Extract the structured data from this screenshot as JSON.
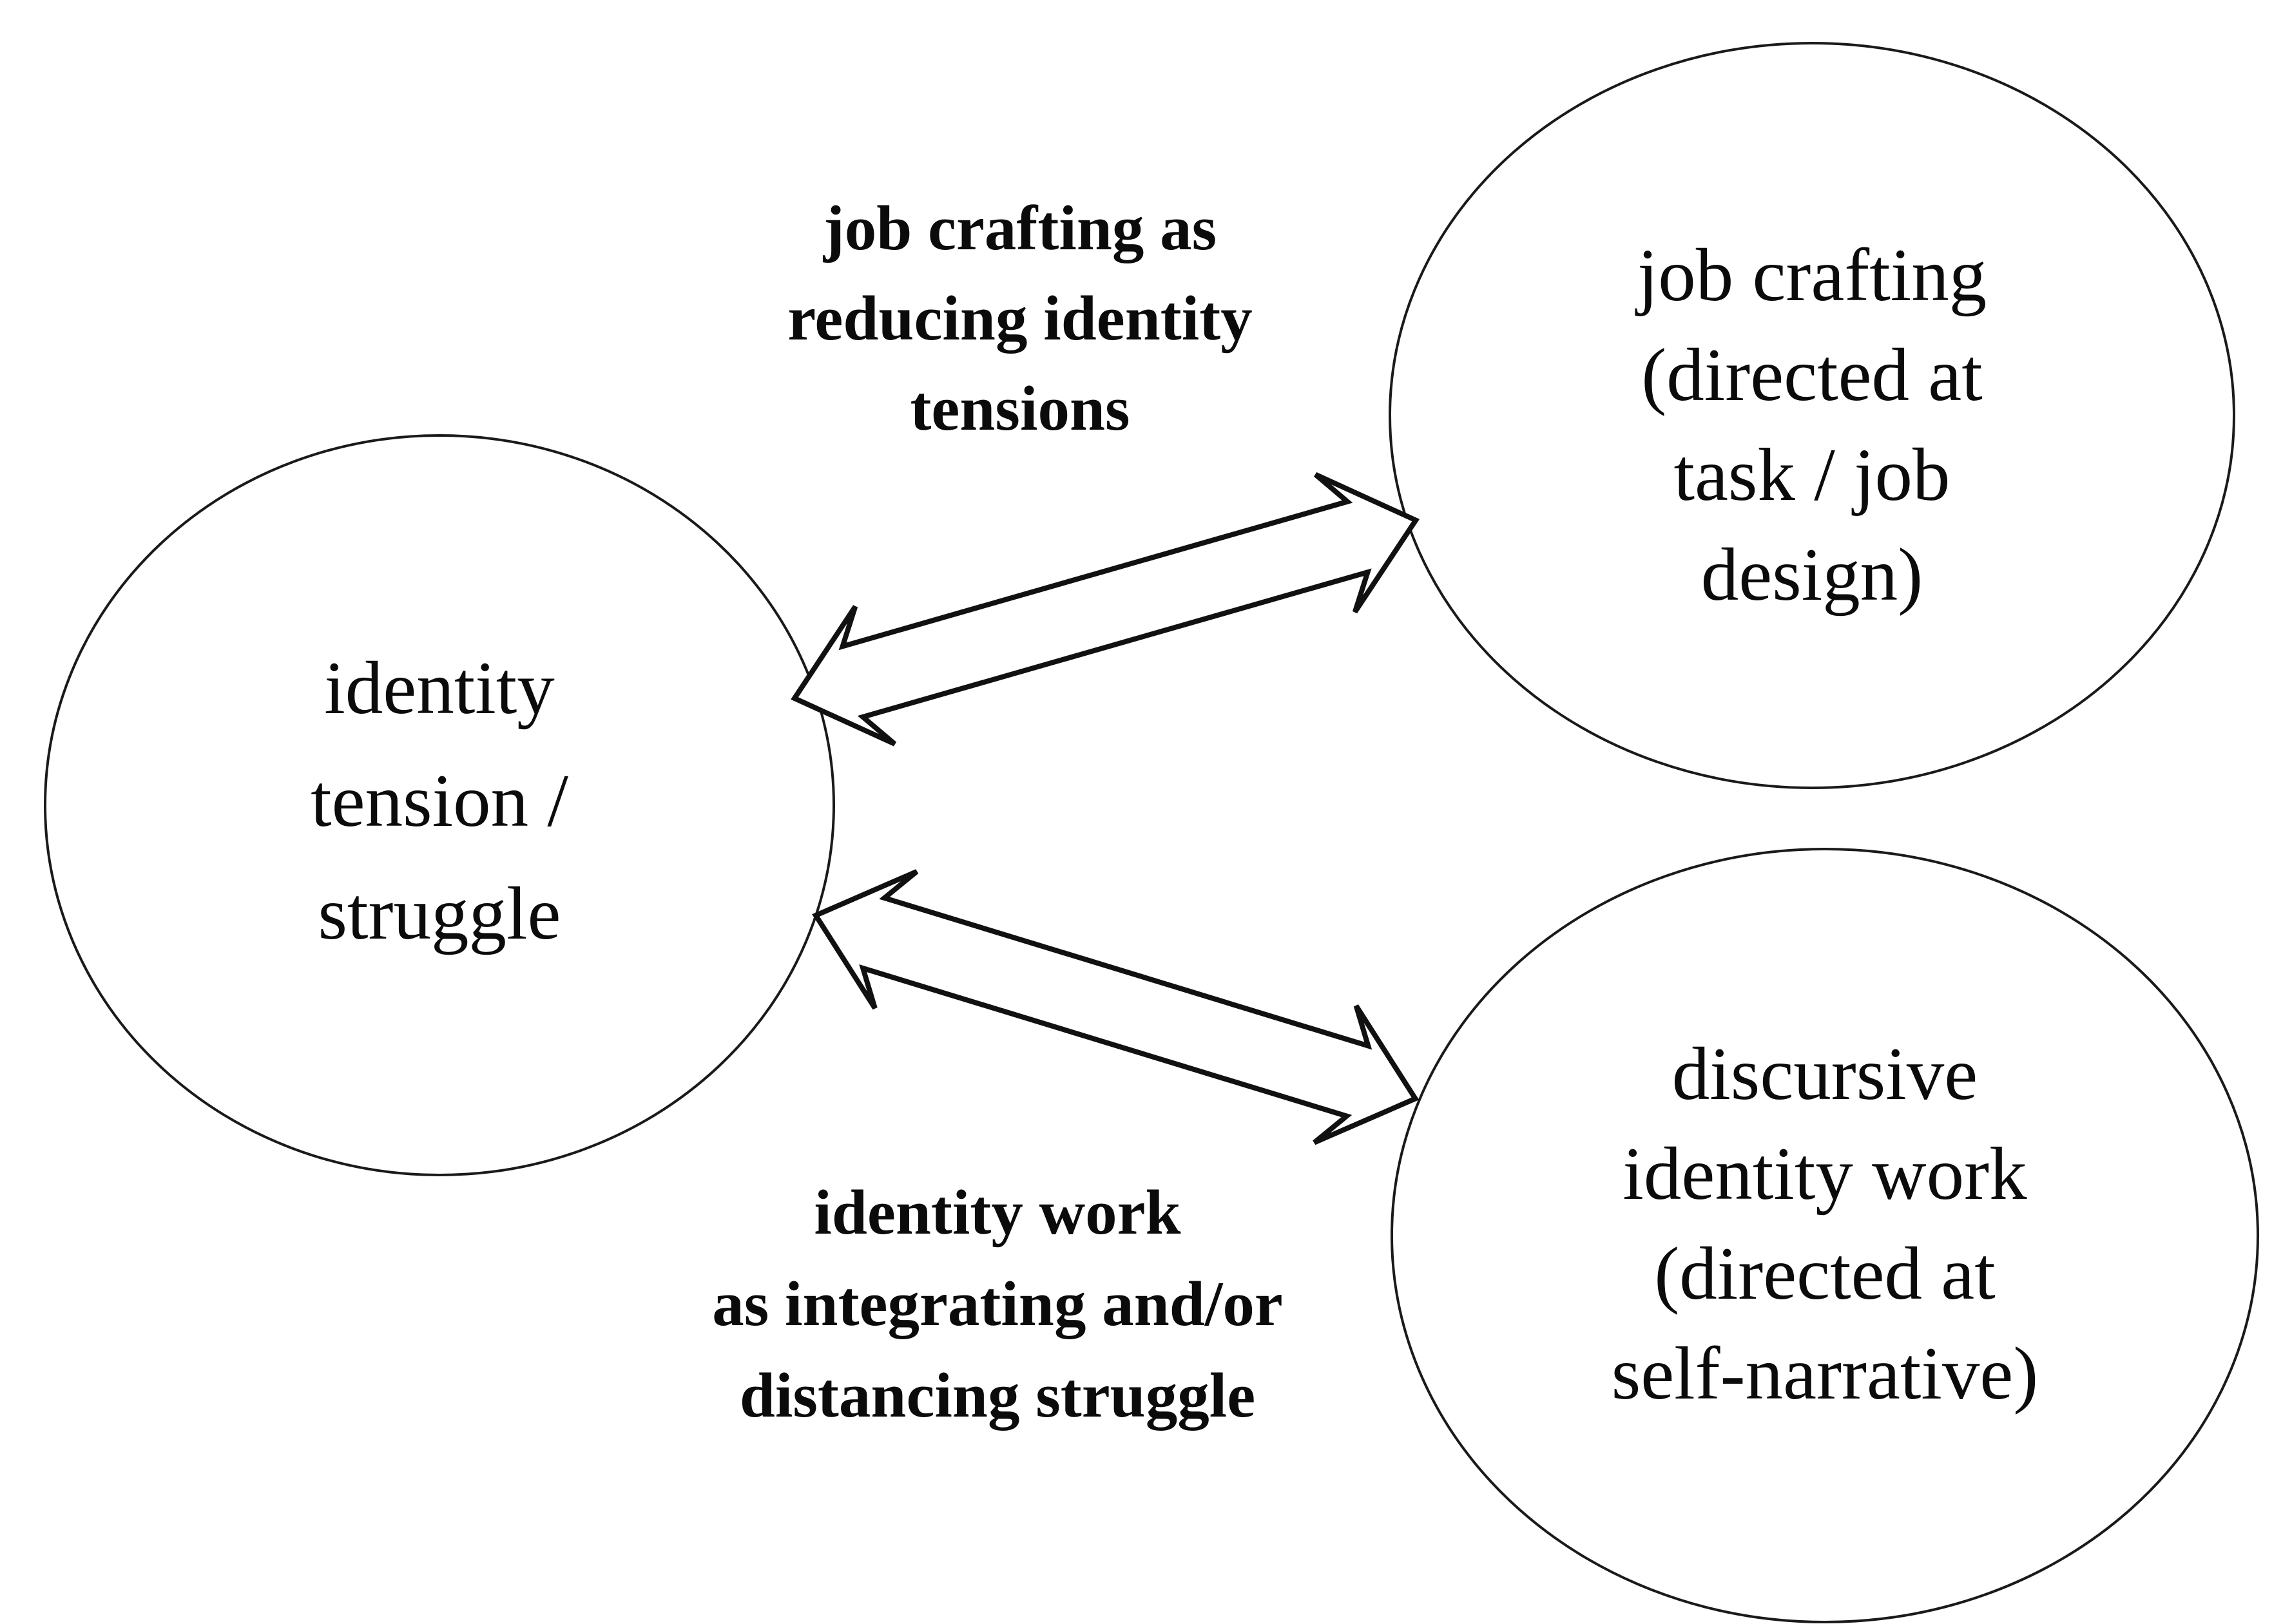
{
  "ink_color": "#111111",
  "background_color": "#ffffff",
  "nodes": {
    "identity_tension": {
      "lines": [
        "identity",
        "tension /",
        "struggle"
      ]
    },
    "job_crafting": {
      "lines": [
        "job crafting",
        "(directed at",
        "task / job",
        "design)"
      ]
    },
    "discursive_identity_work": {
      "lines": [
        "discursive",
        "identity work",
        "(directed at",
        "self-narrative)"
      ]
    }
  },
  "edges": {
    "top": {
      "style": "double-headed-block-arrow",
      "label_lines": [
        "job crafting as",
        "reducing identity",
        "tensions"
      ]
    },
    "bottom": {
      "style": "double-headed-block-arrow",
      "label_lines": [
        "identity work",
        "as integrating and/or",
        "distancing struggle"
      ]
    }
  }
}
